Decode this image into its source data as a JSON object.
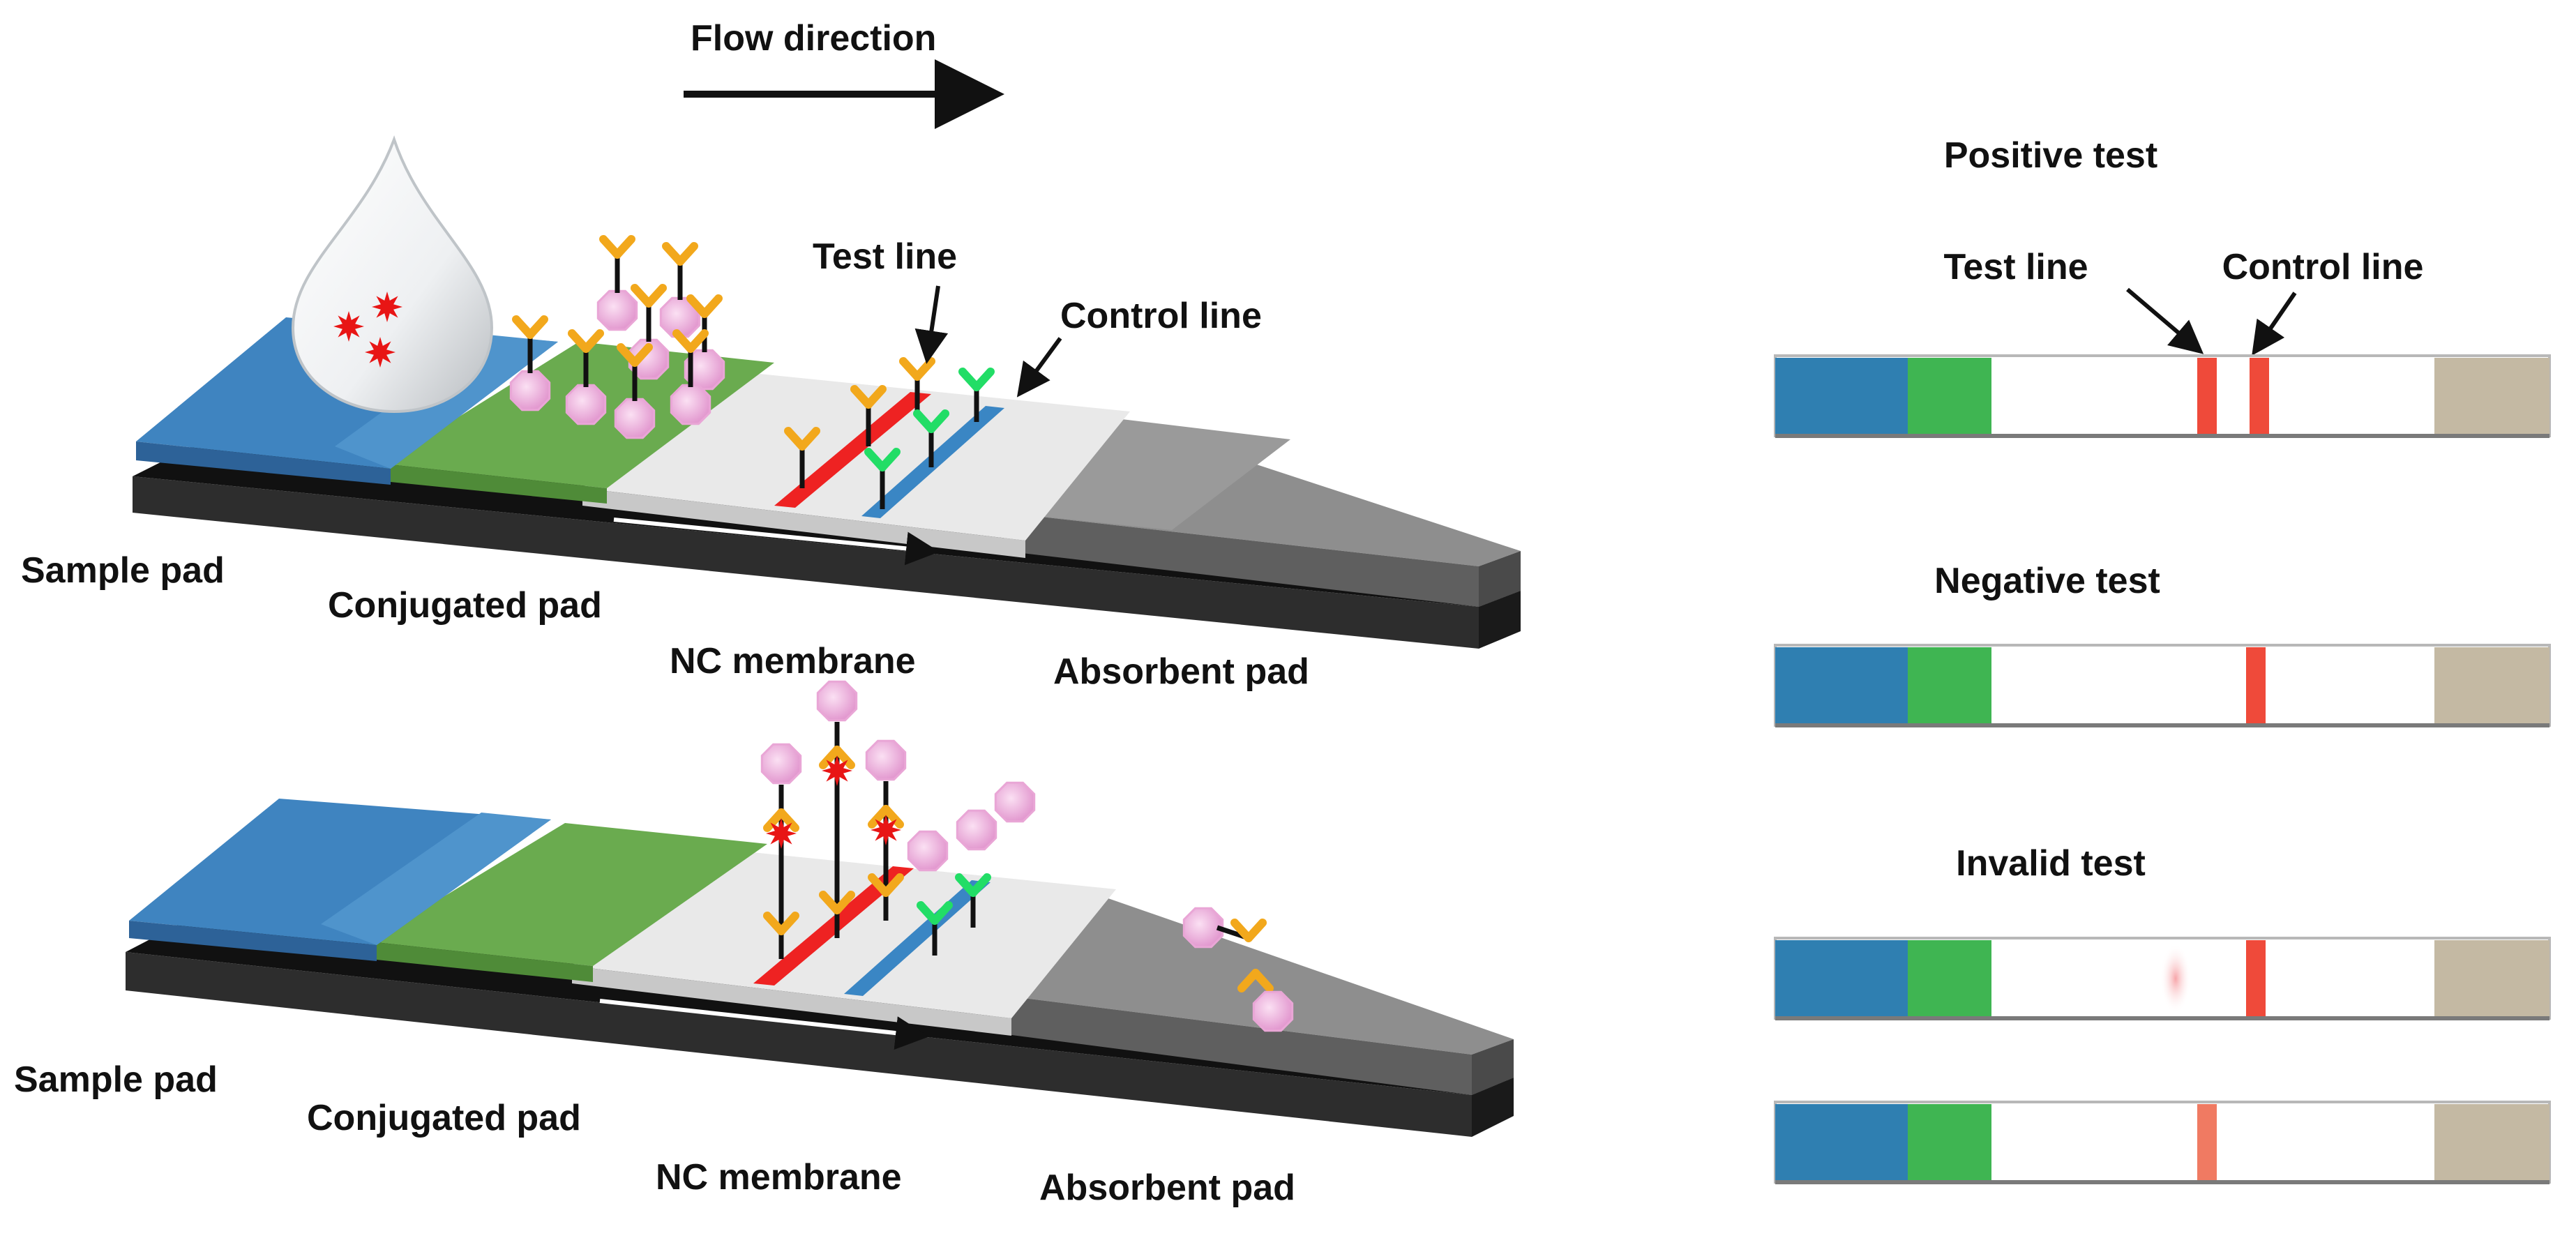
{
  "flow": {
    "label": "Flow direction"
  },
  "strip_top": {
    "sample_pad": "Sample pad",
    "conjugated_pad": "Conjugated pad",
    "nc_membrane": "NC membrane",
    "absorbent_pad": "Absorbent pad",
    "test_line": "Test line",
    "control_line": "Control line"
  },
  "strip_bottom": {
    "sample_pad": "Sample pad",
    "conjugated_pad": "Conjugated pad",
    "nc_membrane": "NC membrane",
    "absorbent_pad": "Absorbent pad"
  },
  "results": {
    "positive": {
      "title": "Positive test",
      "test_line": "Test line",
      "control_line": "Control line"
    },
    "negative": {
      "title": "Negative test"
    },
    "invalid": {
      "title": "Invalid test"
    }
  },
  "colors": {
    "sample_pad": "#3f84c0",
    "conjugate_pad": "#6aab4f",
    "membrane": "#e6e6e6",
    "absorbent": "#8f8f8f",
    "backing": "#2b2b2b",
    "test_line": "#ee2222",
    "control_line": "#3a86c4",
    "antibody_gold": "#f2a81c",
    "antibody_green": "#22dd66",
    "gold_particle": "#f2b7e3",
    "antigen": "#e81515",
    "result_sample": "#2f7fb1",
    "result_conjugate": "#3fb552",
    "result_absorbent": "#c4b9a3",
    "result_line": "#ef4a3a"
  }
}
